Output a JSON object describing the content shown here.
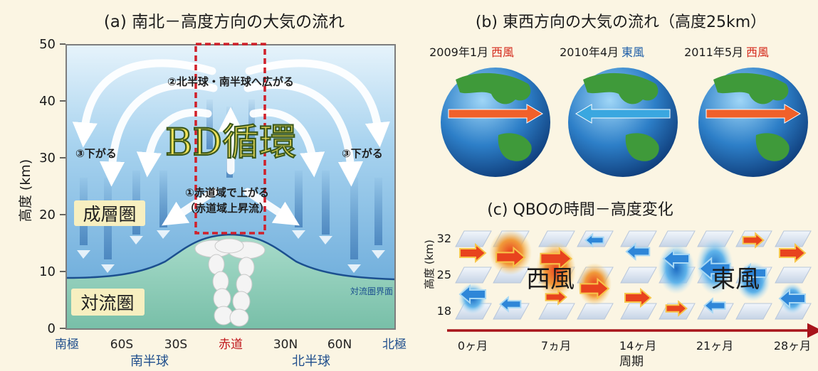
{
  "panel_a": {
    "title": "(a) 南北－高度方向の大気の流れ",
    "ylabel": "高度 (km)",
    "yticks": [
      "50",
      "40",
      "30",
      "20",
      "10",
      "0"
    ],
    "xticks": [
      {
        "label": "南極",
        "color": "#1f4e8c"
      },
      {
        "label": "60S",
        "color": "#222222"
      },
      {
        "label": "30S",
        "color": "#222222"
      },
      {
        "label": "赤道",
        "color": "#c0161b"
      },
      {
        "label": "30N",
        "color": "#222222"
      },
      {
        "label": "60N",
        "color": "#222222"
      },
      {
        "label": "北極",
        "color": "#1f4e8c"
      }
    ],
    "hemi_south": "南半球",
    "hemi_north": "北半球",
    "bd_label": "BD循環",
    "step2": "②北半球・南半球へ広がる",
    "step3_left": "③下がる",
    "step3_right": "③下がる",
    "step1_line1": "①赤道域で上がる",
    "step1_line2": "（赤道域上昇流）",
    "stratosphere": "成層圏",
    "troposphere": "対流圏",
    "tropopause": "対流圏界面"
  },
  "panel_b": {
    "title": "(b) 東西方向の大気の流れ（高度25km）",
    "globes": [
      {
        "date": "2009年1月",
        "wind": "西風",
        "wind_color": "#d42a1c",
        "arrow_dir": "east",
        "arrow_color": "#f0602a"
      },
      {
        "date": "2010年4月",
        "wind": "東風",
        "wind_color": "#1f5fa8",
        "arrow_dir": "west",
        "arrow_color": "#3aa7e0"
      },
      {
        "date": "2011年5月",
        "wind": "西風",
        "wind_color": "#d42a1c",
        "arrow_dir": "east",
        "arrow_color": "#f0602a"
      }
    ]
  },
  "panel_c": {
    "title": "(c) QBOの時間－高度変化",
    "ylabel": "高度 (km)",
    "yticks": [
      "32",
      "25",
      "18"
    ],
    "xticks": [
      "0ヶ月",
      "7ヵ月",
      "14ヶ月",
      "21ヶ月",
      "28ヶ月"
    ],
    "xlabel": "周期",
    "westerly": "西風",
    "easterly": "東風",
    "colors": {
      "westerly": "#e8431e",
      "easterly": "#2e86d8"
    }
  }
}
